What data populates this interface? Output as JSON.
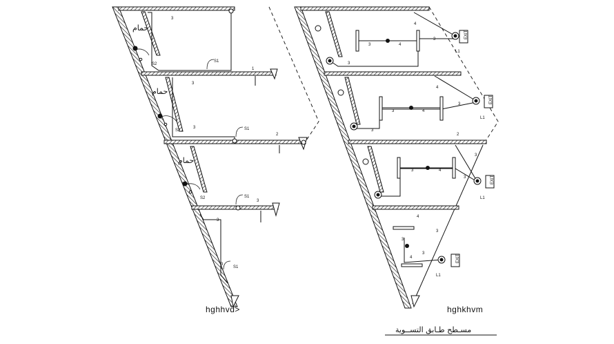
{
  "drawing": {
    "left_plan": {
      "caption": "hghhvd>",
      "room_label": "حمام",
      "circuit_labels": {
        "wire_count": "3",
        "wire_count_alt": "1",
        "wire_count_two": "2",
        "switch_one": "S1",
        "switch_two": "S2"
      }
    },
    "right_plan": {
      "caption": "hghkhvm",
      "circuit_labels": {
        "wire_count": "3",
        "wire_count_four": "4",
        "wire_count_two": "2",
        "exit_sign": "EXIT",
        "light_id": "L1"
      }
    },
    "sheet_title": "مسـطح طـابق التســوية"
  }
}
